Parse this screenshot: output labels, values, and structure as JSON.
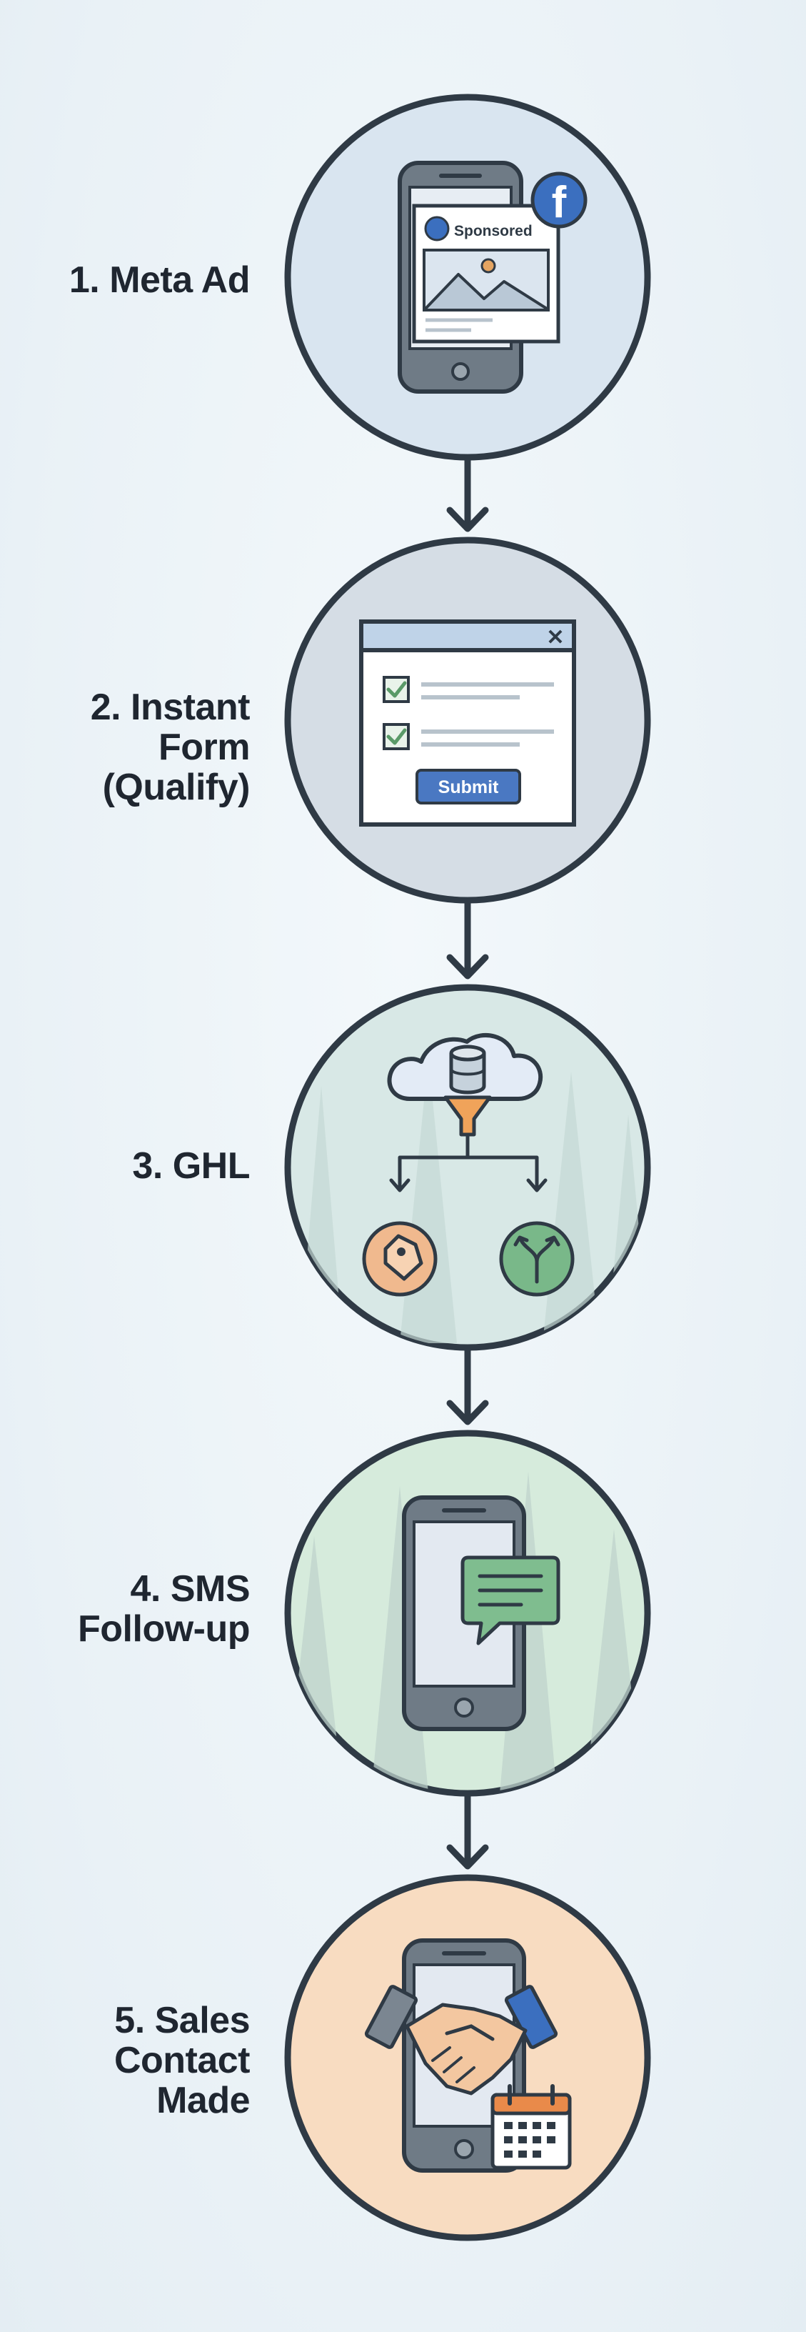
{
  "steps": [
    {
      "number": "1.",
      "lines": [
        "1. Meta Ad"
      ]
    },
    {
      "number": "2.",
      "lines": [
        "2. Instant",
        "Form",
        "(Qualify)"
      ]
    },
    {
      "number": "3.",
      "lines": [
        "3. GHL"
      ]
    },
    {
      "number": "4.",
      "lines": [
        "4. SMS",
        "Follow-up"
      ]
    },
    {
      "number": "5.",
      "lines": [
        "5. Sales",
        "Contact",
        "Made"
      ]
    }
  ],
  "ad_card": {
    "sponsored_label": "Sponsored"
  },
  "form_card": {
    "submit_label": "Submit",
    "close_glyph": "✕"
  },
  "icons": {
    "step1": [
      "phone-icon",
      "facebook-icon",
      "image-icon"
    ],
    "step2": [
      "form-window-icon",
      "checkbox-icon",
      "close-icon"
    ],
    "step3": [
      "cloud-icon",
      "database-icon",
      "funnel-icon",
      "tag-icon",
      "branch-icon"
    ],
    "step4": [
      "phone-icon",
      "chat-bubble-icon"
    ],
    "step5": [
      "phone-icon",
      "handshake-icon",
      "calendar-icon"
    ]
  },
  "colors": {
    "outline": "#2f3a45",
    "circle1": "#d9e5f0",
    "circle2": "#d5dde5",
    "circle3": "#d8e8e6",
    "circle4": "#d6ebdc",
    "circle5": "#f8dcc1",
    "facebook_blue": "#3b6fbf",
    "check_green": "#5a9a68",
    "tag_orange": "#f0b98e",
    "branch_green": "#79b889"
  }
}
